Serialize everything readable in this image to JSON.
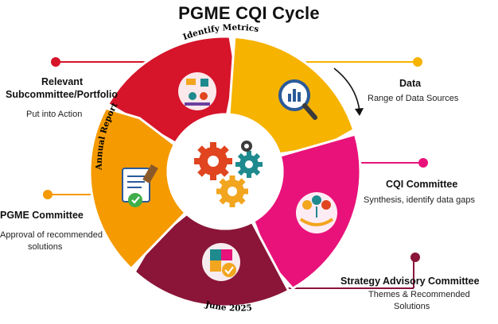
{
  "title": "PGME CQI Cycle",
  "arc_labels": {
    "top": "Identify Metrics",
    "left": "Annual Report",
    "bottom": "June 2025"
  },
  "stages": {
    "data": {
      "heading": "Data",
      "sub": "Range of Data Sources",
      "color": "#f6b300"
    },
    "cqi": {
      "heading": "CQI Committee",
      "sub": "Synthesis, identify data gaps",
      "color": "#e8127a"
    },
    "strategy": {
      "heading": "Strategy Advisory Committee",
      "sub_line1": "Themes & Recommended",
      "sub_line2": "Solutions",
      "color": "#8a1538"
    },
    "pgme": {
      "heading": "PGME Committee",
      "sub_line1": "Approval of recommended",
      "sub_line2": "solutions",
      "color": "#f59a00"
    },
    "subcommittee": {
      "heading_line1": "Relevant",
      "heading_line2": "Subcommittee/Portfolio",
      "sub": "Put into Action",
      "color": "#d6142a"
    }
  },
  "colors": {
    "gear_red": "#e0451f",
    "gear_teal": "#1e8a8e",
    "gear_orange": "#f2a51f",
    "gear_dark": "#3b3b3b"
  }
}
